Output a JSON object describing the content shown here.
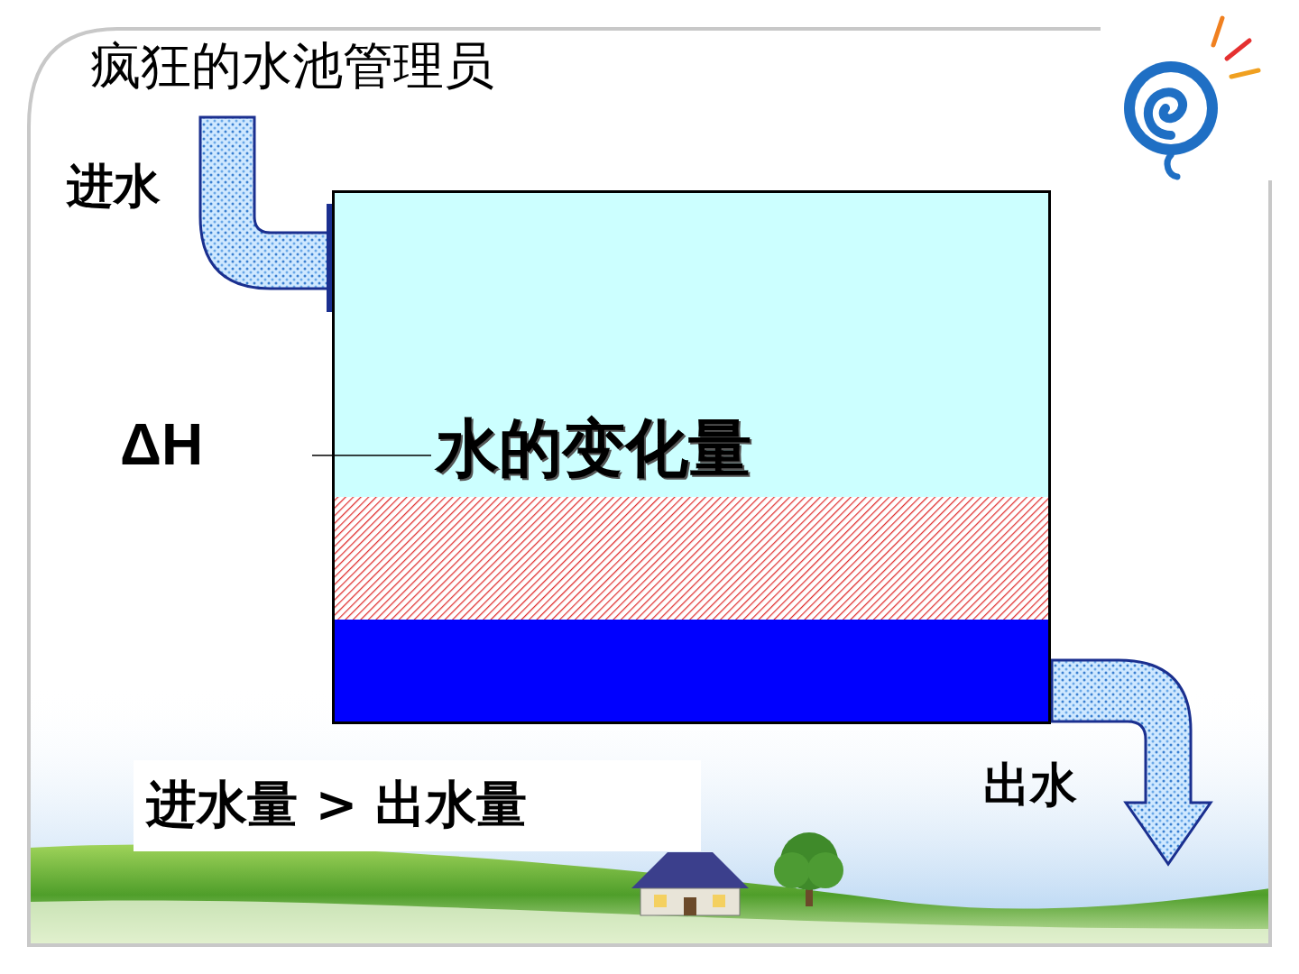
{
  "diagram": {
    "title": "疯狂的水池管理员",
    "nodes": [
      {
        "text": [
          "水的变化量"
        ]
      },
      {
        "text": [
          "进水量 > 出水量"
        ]
      }
    ],
    "labels": [
      "进水",
      "ΔH",
      "出水"
    ]
  }
}
